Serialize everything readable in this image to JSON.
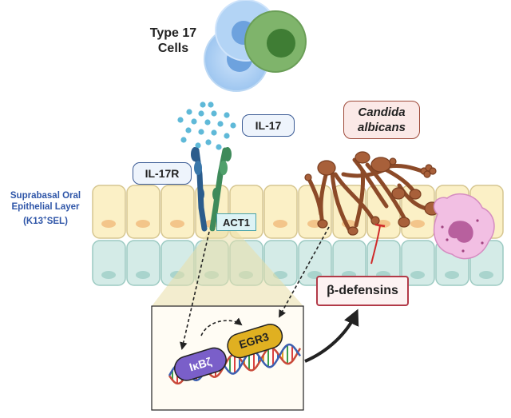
{
  "title": {
    "line1": "Type 17",
    "line2": "Cells"
  },
  "labels": {
    "il17": "IL-17",
    "il17r": "IL-17R",
    "act1": "ACT1",
    "candida_line1": "Candida",
    "candida_line2": "albicans",
    "defensins": "β-defensins",
    "egr3": "EGR3",
    "ikbz": "IκBζ"
  },
  "layer_label": {
    "line1": "Suprabasal Oral",
    "line2": "Epithelial Layer",
    "line3_prefix": "(K13",
    "line3_sup": "+",
    "line3_suffix": "SEL)"
  },
  "colors": {
    "suprabasal_cell": "#fbf0c6",
    "basal_cell": "#d4ebe7",
    "layer_text": "#2f56a8",
    "defensin_border": "#b23a48",
    "candida_fill": "#a8603a",
    "candida_box_fill": "#fbe9e7",
    "egr3": "#e0b021",
    "ikbz": "#7a5fc9"
  }
}
